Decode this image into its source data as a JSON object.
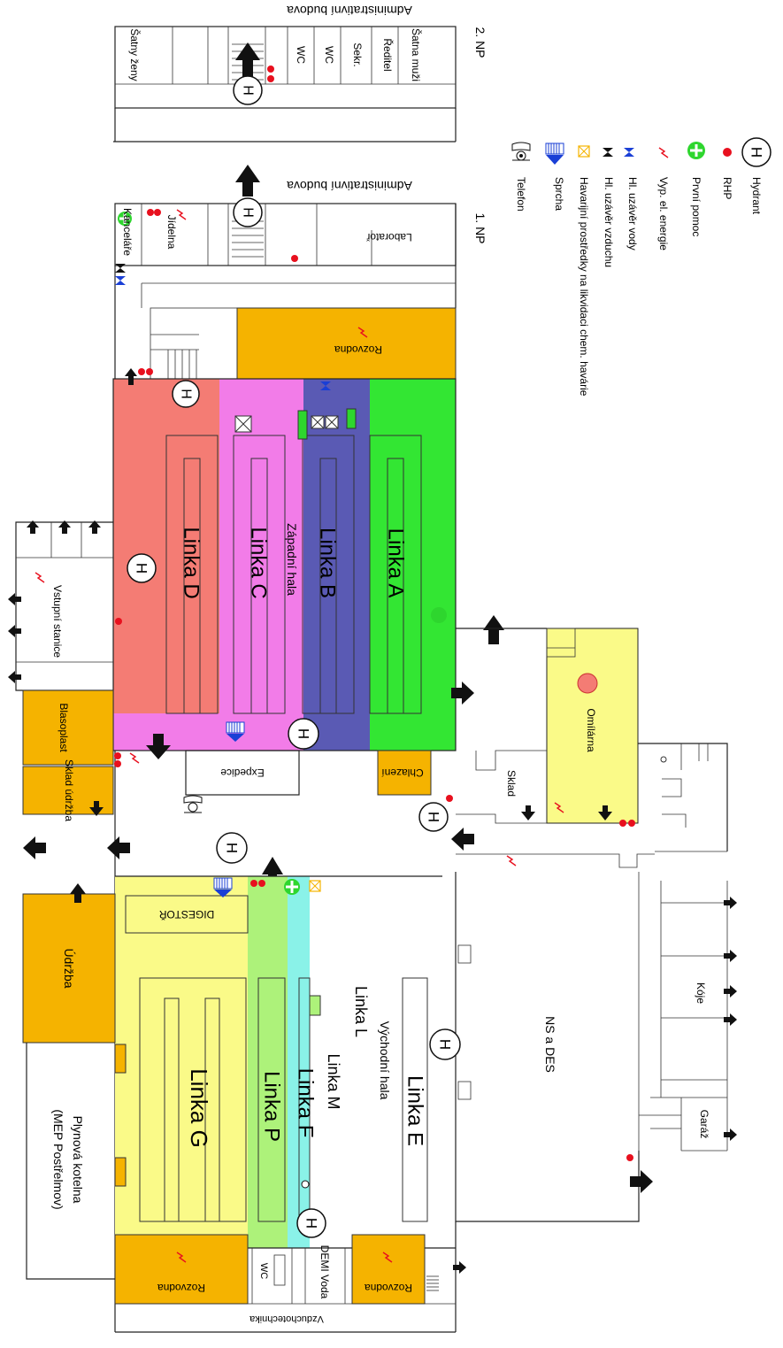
{
  "colors": {
    "orange": "#f5b300",
    "red_zone": "#f47c74",
    "pink_zone": "#f27ce8",
    "blue_zone": "#5a5ab4",
    "green_zone": "#33e633",
    "yellow_zone": "#fafa88",
    "lightgreen_zone": "#adf27a",
    "cyan_zone": "#8af2e8",
    "rhp_red": "#e8101e",
    "first_aid_green": "#2ed62e"
  },
  "floors": {
    "second": {
      "label": "2. NP",
      "building": "Administrativní budova",
      "rooms": [
        "Šatny ženy",
        "WC",
        "WC",
        "Sekr.",
        "Ředitel",
        "Šatna muži"
      ]
    },
    "first": {
      "label": "1. NP",
      "building": "Administrativní budova",
      "rooms": [
        "Kanceláře",
        "Jídelna",
        "Laboratoř",
        "Rozvodna"
      ]
    }
  },
  "legend": [
    {
      "icon": "hydrant-icon",
      "symbol": "H",
      "label": "Hydrant"
    },
    {
      "icon": "rhp-icon",
      "label": "RHP"
    },
    {
      "icon": "first-aid-icon",
      "label": "První pomoc"
    },
    {
      "icon": "power-switch-icon",
      "label": "Vyp. el. energie"
    },
    {
      "icon": "water-valve-icon",
      "label": "Hl. uzávěr vody"
    },
    {
      "icon": "air-valve-icon",
      "label": "Hl. uzávěr vzduchu"
    },
    {
      "icon": "chemical-kit-icon",
      "label": "Havarijní prostředky na likvidaci chem. havárie"
    },
    {
      "icon": "shower-icon",
      "label": "Sprcha"
    },
    {
      "icon": "telephone-icon",
      "label": "Telefon"
    }
  ],
  "west_hall": {
    "title": "Západní hala",
    "lines": [
      "Linka D",
      "Linka C",
      "Linka B",
      "Linka A"
    ]
  },
  "east_hall": {
    "title": "Východní hala",
    "lines": [
      "Linka G",
      "Linka P",
      "Linka F",
      "Linka E"
    ],
    "small_lines": [
      "Linka L",
      "Linka M"
    ]
  },
  "rooms": {
    "vstupni": "Vstupní stanice",
    "blasoplast": "Blasoplast",
    "sklad_udrzba": "Sklad údržba",
    "expedice": "Expedice",
    "chlazeni": "Chlazení",
    "omilarna": "Omílárna",
    "sklad": "Sklad",
    "udrzba": "Údržba",
    "kotelna_1": "Plynová kotelna",
    "kotelna_2": "(MEP Postřelmov)",
    "digestor": "DIGESTOŘ",
    "ns_des": "NS a DES",
    "koje": "Kóje",
    "garaz": "Garáž",
    "rozvodna_left": "Rozvodna",
    "rozvodna_right": "Rozvodna",
    "wc": "WC",
    "demi": "DEMI Voda",
    "vzduchotechnika": "Vzduchotechnika"
  }
}
